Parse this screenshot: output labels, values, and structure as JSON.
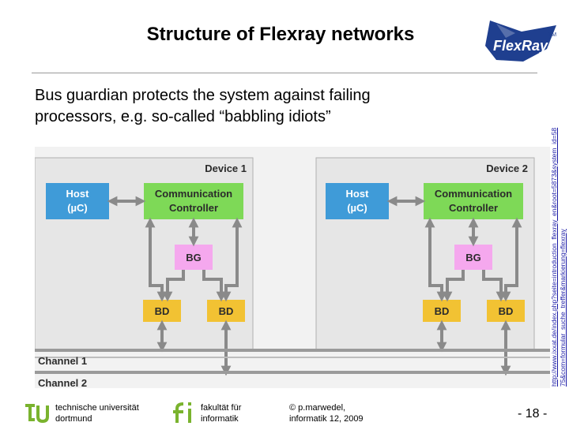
{
  "slide": {
    "title": "Structure of Flexray networks",
    "bullet_line1": "Bus guardian protects the system against failing",
    "bullet_line2": "processors, e.g. so-called “babbling idiots”",
    "link_line1": "http://www.ixxat.de/index.php?seite=introduction_flexray_en&root=5873&system_id=58",
    "link_line2": "75&com=formular_suche_treffer&markierung=flexray",
    "logo_text": "FlexRay",
    "logo_tm": "TM"
  },
  "diagram": {
    "device1": {
      "label": "Device 1",
      "host_line1": "Host",
      "host_line2": "(µC)",
      "cc_line1": "Communication",
      "cc_line2": "Controller",
      "bg": "BG",
      "bd_a": "BD",
      "bd_b": "BD"
    },
    "device2": {
      "label": "Device 2",
      "host_line1": "Host",
      "host_line2": "(µC)",
      "cc_line1": "Communication",
      "cc_line2": "Controller",
      "bg": "BG",
      "bd_a": "BD",
      "bd_b": "BD"
    },
    "channel1": "Channel 1",
    "channel2": "Channel 2"
  },
  "colors": {
    "host": "#3f9bd8",
    "cc": "#7ed957",
    "bg": "#f5a8ee",
    "bd": "#f2c233",
    "device_box": "#e6e6e6",
    "text_dark": "#2b2b2b",
    "logo_blue": "#1f3f8f"
  },
  "footer": {
    "tu_line1": "technische universität",
    "tu_line2": "dortmund",
    "fi_line1": "fakultät für",
    "fi_line2": "informatik",
    "copy_line1": "© p.marwedel,",
    "copy_line2": "informatik 12,  2009",
    "page": "- 18 -"
  }
}
